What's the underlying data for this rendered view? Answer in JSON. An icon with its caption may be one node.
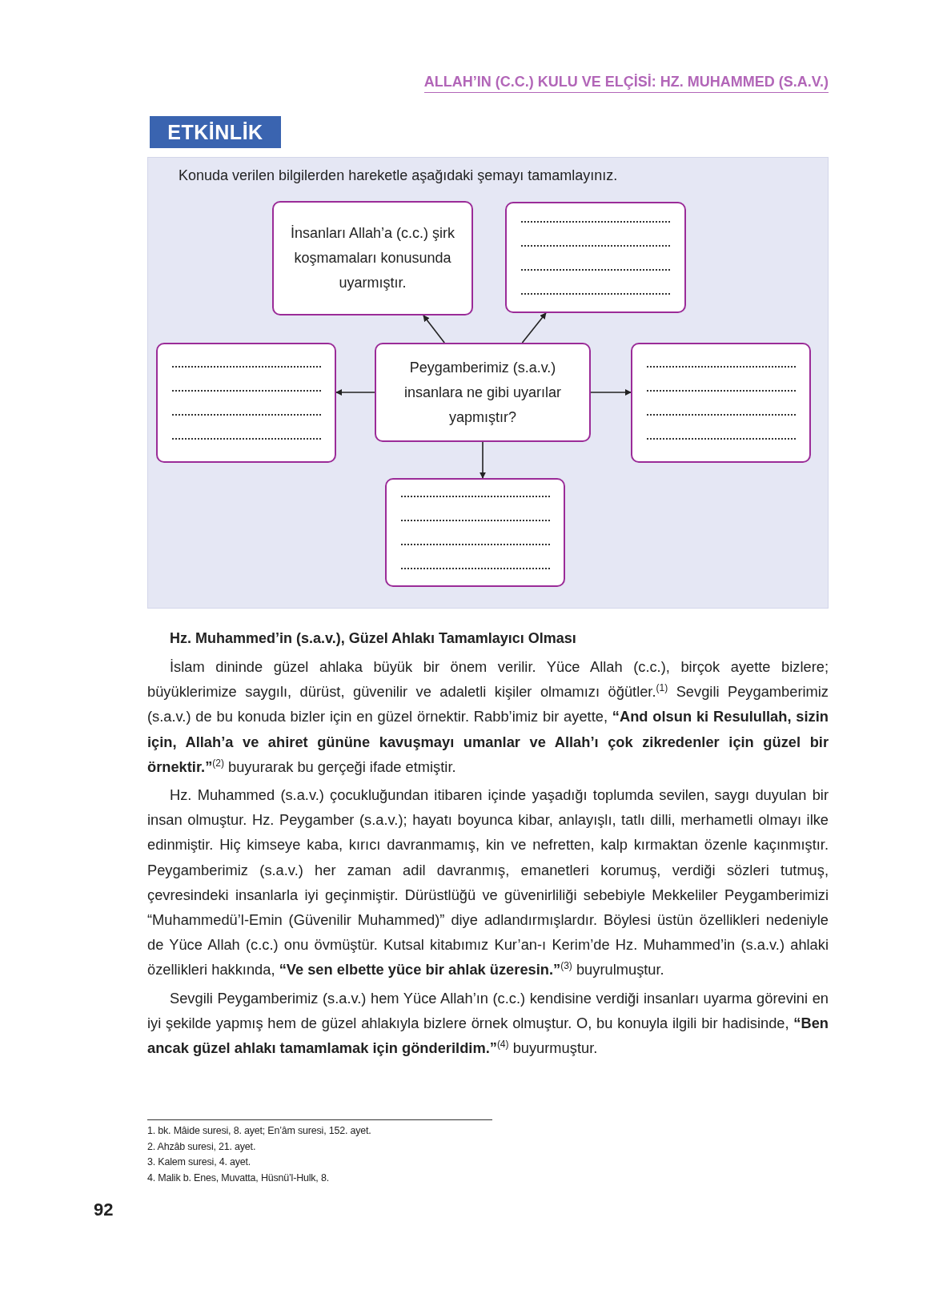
{
  "diagram": {
    "title": "ETKİNLİK",
    "nodes": [
      {
        "text": [
          "İnsanları Allah’a (c.c.) şirk koşmamaları konusunda uyarmıştır."
        ]
      },
      {
        "text": [],
        "shape": "box"
      },
      {
        "text": [],
        "shape": "box"
      },
      {
        "text": [
          "Peygamberimiz (s.a.v.) insanlara ne gibi uyarılar yapmıştır?"
        ]
      },
      {
        "text": [],
        "shape": "box"
      },
      {
        "text": [],
        "shape": "box"
      }
    ],
    "edges": [
      {
        "from": 3,
        "to": 0,
        "arrow": "to"
      },
      {
        "from": 3,
        "to": 1,
        "arrow": "to"
      },
      {
        "from": 3,
        "to": 2,
        "arrow": "to"
      },
      {
        "from": 3,
        "to": 4,
        "arrow": "to"
      },
      {
        "from": 3,
        "to": 5,
        "arrow": "to"
      }
    ],
    "labels": [
      "ALLAH’IN (C.C.) KULU VE ELÇİSİ: HZ. MUHAMMED (S.A.V.)",
      "Konuda verilen bilgilerden hareketle aşağıdaki şemayı tamamlayınız.",
      "Hz. Muhammed’in (s.a.v.), Güzel Ahlakı Tamamlayıcı Olması",
      "İslam dininde güzel ahlaka büyük bir önem verilir. Yüce Allah (c.c.), birçok ayette bizlere; büyüklerimize saygılı, dürüst, güvenilir ve adaletli kişiler olmamızı öğütler.$^{(1)}$ Sevgili Peygamberimiz (s.a.v.) de bu konuda bizler için en güzel örnektir. Rabb’imiz bir ayette, **“And olsun ki Resulullah, sizin için, Allah’a ve ahiret gününe kavuşmayı umanlar ve Allah’ı çok zikredenler için güzel bir örnektir.”**$^{(2)}$ buyurarak bu gerçeği ifade etmiştir.",
      "Hz. Muhammed (s.a.v.) çocukluğundan itibaren içinde yaşadığı toplumda sevilen, saygı duyulan bir insan olmuştur. Hz. Peygamber (s.a.v.); hayatı boyunca kibar, anlayışlı, tatlı dilli, merhametli olmayı ilke edinmiştir. Hiç kimseye kaba, kırıcı davranmamış, kin ve nefretten, kalp kırmaktan özenle kaçınmıştır. Peygamberimiz (s.a.v.) her zaman adil davranmış, emanetleri korumuş, verdiği sözleri tutmuş, çevresindeki insanlarla iyi geçinmiştir. Dürüstlüğü ve güvenirliliği sebebiyle Mekkeliler Peygamberimizi “Muhammedü’l-Emin (Güvenilir Muhammed)” diye adlandırmışlardır. Böylesi üstün özellikleri nedeniyle de Yüce Allah (c.c.) onu övmüştür. Kutsal kitabımız Kur’an-ı Kerim’de Hz. Muhammed’in (s.a.v.) ahlaki özellikleri hakkında, **“Ve sen elbette yüce bir ahlak üzeresin.”**$^{(3)}$ buyrulmuştur.",
      "Sevgili Peygamberimiz (s.a.v.) hem Yüce Allah’ın (c.c.) kendisine verdiği insanları uyarma görevini en iyi şekilde yapmış hem de güzel ahlakıyla bizlere örnek olmuştur. O, bu konuyla ilgili bir hadisinde, **“Ben ancak güzel ahlakı tamamlamak için gönderildim.”**$^{(4)}$ buyurmuştur.",
      "1. bk. Mâide suresi, 8. ayet; En’âm suresi, 152. ayet.",
      "2. Ahzâb suresi, 21. ayet.",
      "3. Kalem suresi, 4. ayet.",
      "4. Malik b. Enes, Muvatta, Hüsnü’l-Hulk, 8.",
      "92"
    ]
  }
}
